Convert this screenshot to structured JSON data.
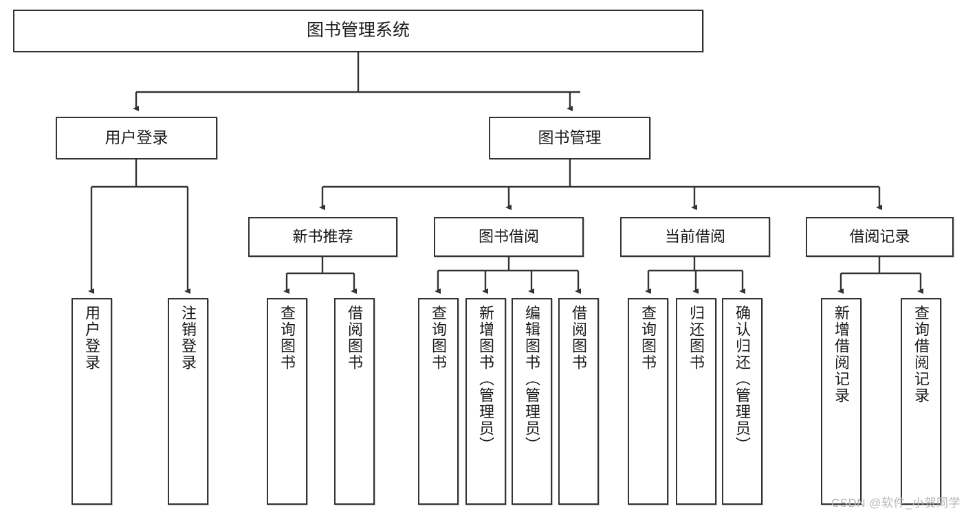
{
  "diagram": {
    "title": "图书管理系统",
    "type": "functional-decomposition-tree",
    "root": {
      "id": "root",
      "label": "图书管理系统"
    },
    "level2": [
      {
        "id": "user-login",
        "label": "用户登录"
      },
      {
        "id": "book-management",
        "label": "图书管理"
      }
    ],
    "level3": [
      {
        "id": "new-book-recommend",
        "label": "新书推荐"
      },
      {
        "id": "book-borrow",
        "label": "图书借阅"
      },
      {
        "id": "current-borrow",
        "label": "当前借阅"
      },
      {
        "id": "borrow-record",
        "label": "借阅记录"
      }
    ],
    "leaves": {
      "user_login": [
        {
          "id": "leaf-user-login",
          "label": "用户登录"
        },
        {
          "id": "leaf-logout",
          "label": "注销登录"
        }
      ],
      "new_book_recommend": [
        {
          "id": "leaf-query-book-1",
          "label": "查询图书"
        },
        {
          "id": "leaf-borrow-book-1",
          "label": "借阅图书"
        }
      ],
      "book_borrow": [
        {
          "id": "leaf-query-book-2",
          "label": "查询图书"
        },
        {
          "id": "leaf-add-book",
          "label": "新增图书（管理员）"
        },
        {
          "id": "leaf-edit-book",
          "label": "编辑图书（管理员）"
        },
        {
          "id": "leaf-borrow-book-2",
          "label": "借阅图书"
        }
      ],
      "current_borrow": [
        {
          "id": "leaf-query-book-3",
          "label": "查询图书"
        },
        {
          "id": "leaf-return-book",
          "label": "归还图书"
        },
        {
          "id": "leaf-confirm-return",
          "label": "确认归还（管理员）"
        }
      ],
      "borrow_record": [
        {
          "id": "leaf-add-record",
          "label": "新增借阅记录"
        },
        {
          "id": "leaf-query-record",
          "label": "查询借阅记录"
        }
      ]
    }
  },
  "watermark": {
    "text": "CSDN @软件_小贺同学"
  },
  "colors": {
    "stroke": "#333333",
    "background": "#ffffff",
    "text": "#1a1a1a",
    "watermark": "#b6b6b6"
  }
}
